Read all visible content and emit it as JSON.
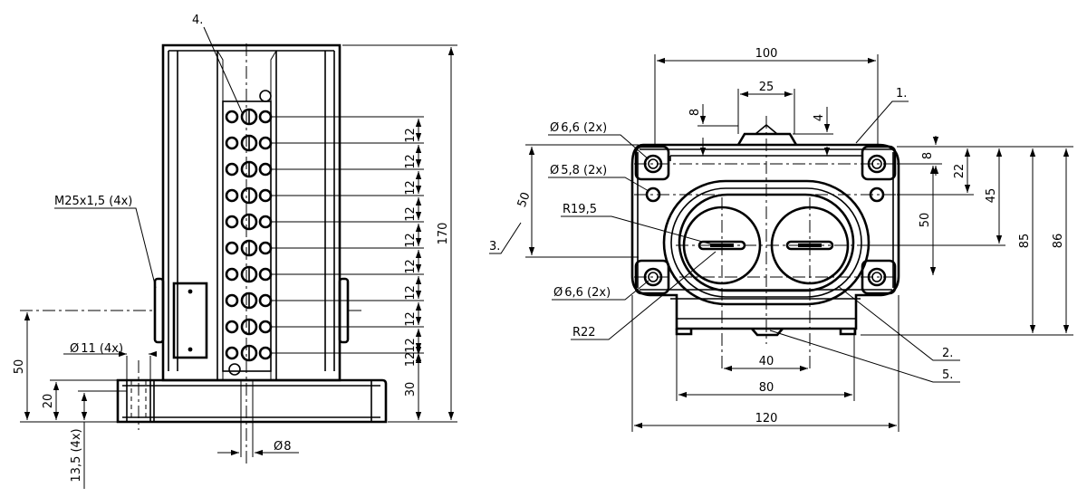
{
  "left_view": {
    "label_4": "4.",
    "thread_label": "M25x1,5 (4x)",
    "hole_label": "11 (4x)",
    "pitch": "12",
    "height_total": "170",
    "height_base": "30",
    "height_axis": "50",
    "height_flange": "20",
    "depth_bottom": "13,5 (4x)",
    "shaft_dia": "8"
  },
  "right_view": {
    "width_top": "100",
    "width_slot": "25",
    "dim_8_left": "8",
    "dim_4": "4",
    "label_1": "1.",
    "label_2": "2.",
    "label_3": "3.",
    "label_5": "5.",
    "hole_66_top": "6,6 (2x)",
    "hole_58": "5,8 (2x)",
    "hole_66_bottom": "6,6 (2x)",
    "radius_195": "R19,5",
    "radius_22": "R22",
    "height_50_left": "50",
    "dim_8_right": "8",
    "dim_22": "22",
    "dim_45": "45",
    "dim_50_right": "50",
    "dim_85": "85",
    "dim_86": "86",
    "width_40": "40",
    "width_80": "80",
    "width_120": "120"
  },
  "diameter_symbol": "Ø"
}
